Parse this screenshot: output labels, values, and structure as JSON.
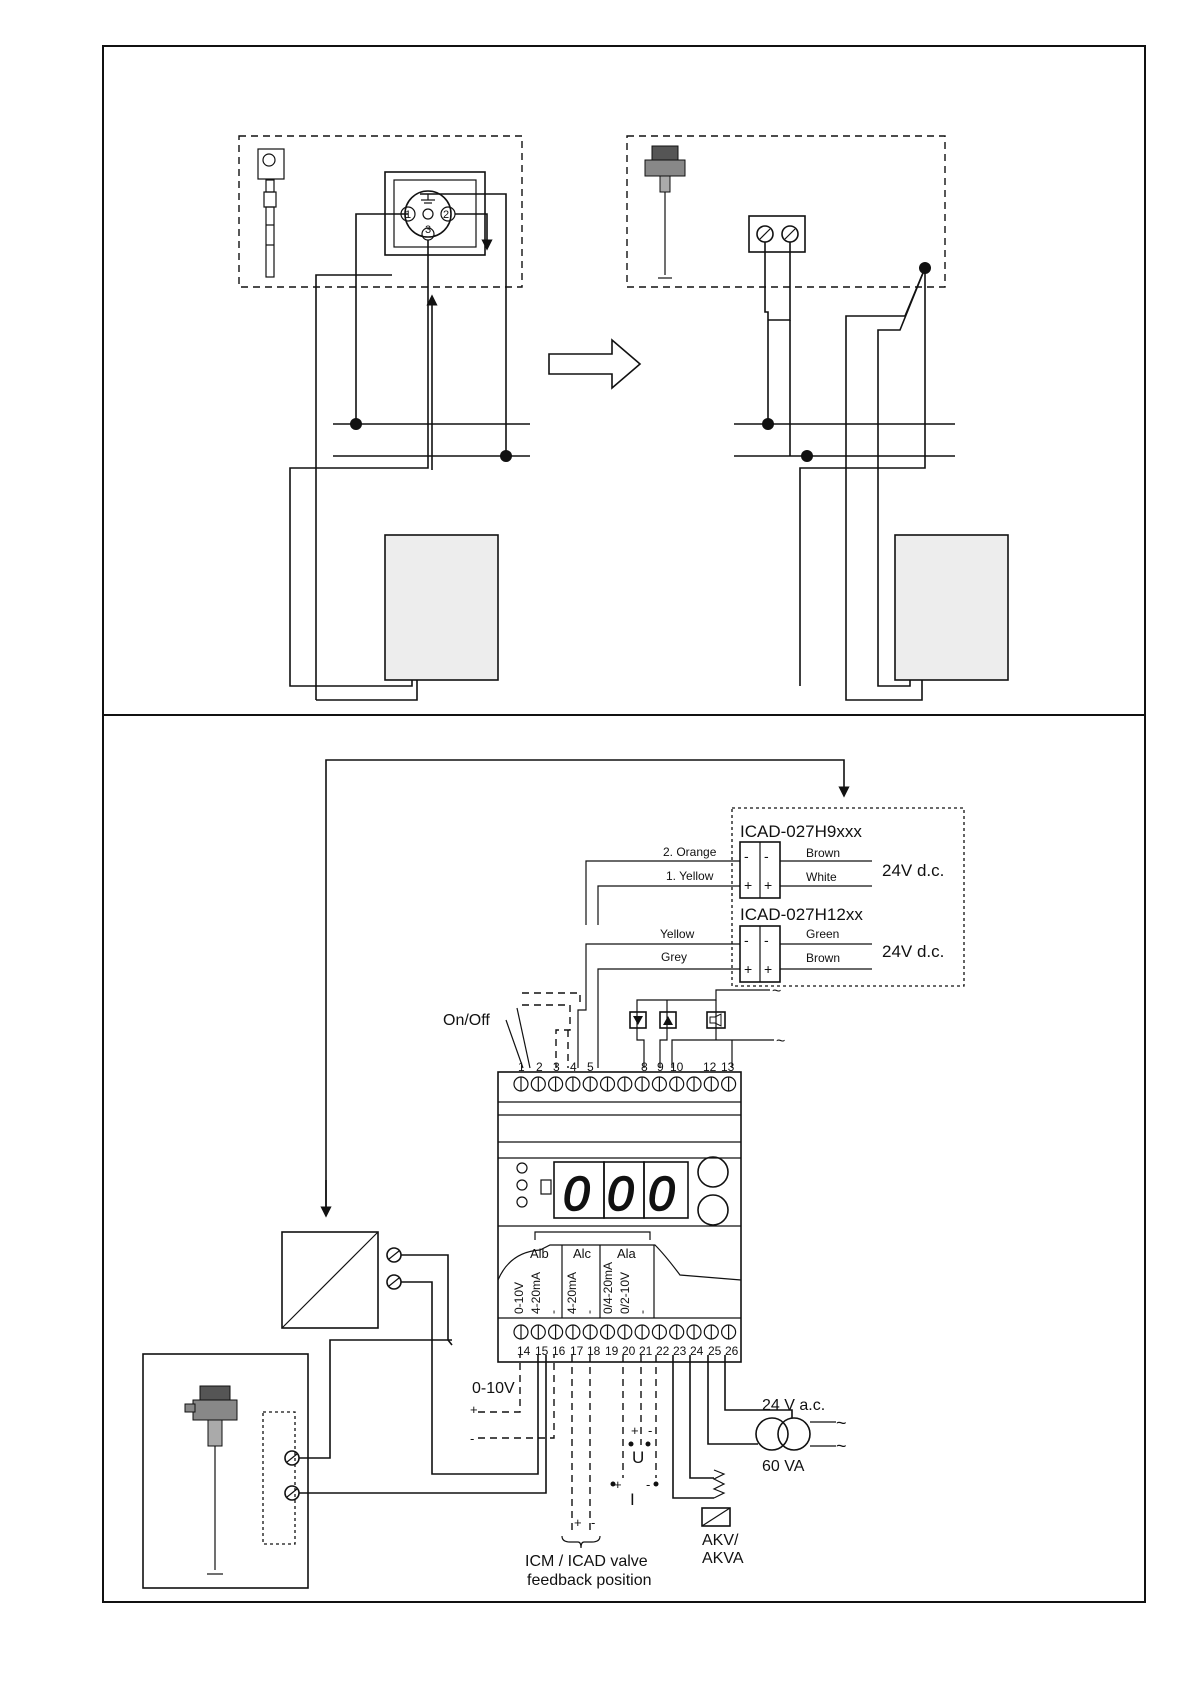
{
  "top": {
    "connector_pins": [
      "1",
      "2",
      "3"
    ]
  },
  "bottom": {
    "icad_h9": {
      "model": "ICAD-027H9xxx",
      "wire1": "2. Orange",
      "wire2": "1. Yellow",
      "out1": "Brown",
      "out2": "White",
      "supply": "24V d.c."
    },
    "icad_h12": {
      "model": "ICAD-027H12xx",
      "wire1": "Yellow",
      "wire2": "Grey",
      "out1": "Green",
      "out2": "Brown",
      "supply": "24V d.c."
    },
    "on_off": "On/Off",
    "top_terminals": [
      "1",
      "2",
      "3",
      "4",
      "5",
      "8",
      "9",
      "10",
      "12",
      "13"
    ],
    "bottom_terminals": [
      "14",
      "15",
      "16",
      "17",
      "18",
      "19",
      "20",
      "21",
      "22",
      "23",
      "24",
      "25",
      "26"
    ],
    "display": [
      "0",
      "0",
      "0"
    ],
    "groups": [
      "Alb",
      "Alc",
      "Ala"
    ],
    "signal_labels": [
      "0-10V",
      "4-20mA",
      "-",
      "4-20mA",
      "-",
      "0/4-20mA",
      "0/2-10V",
      "-"
    ],
    "analog_input": "0-10V",
    "ac_supply": "24 V a.c.",
    "va": "60 VA",
    "u_label": "U",
    "i_label": "I",
    "akv": "AKV/",
    "akva": "AKVA",
    "feedback_line1": "ICM / ICAD valve",
    "feedback_line2": "feedback position",
    "tilde": "~"
  }
}
